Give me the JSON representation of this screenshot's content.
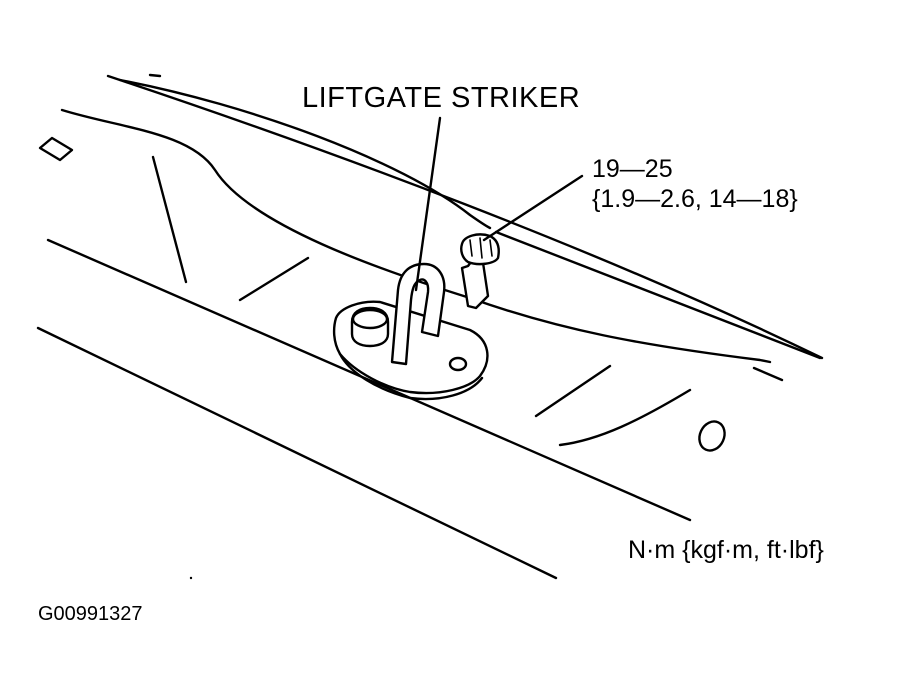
{
  "labels": {
    "part_name": "LIFTGATE STRIKER",
    "torque_line1": "19—25",
    "torque_line2": "{1.9—2.6, 14—18}",
    "units": "N·m {kgf·m, ft·lbf}",
    "figure_id": "G00991327"
  }
}
